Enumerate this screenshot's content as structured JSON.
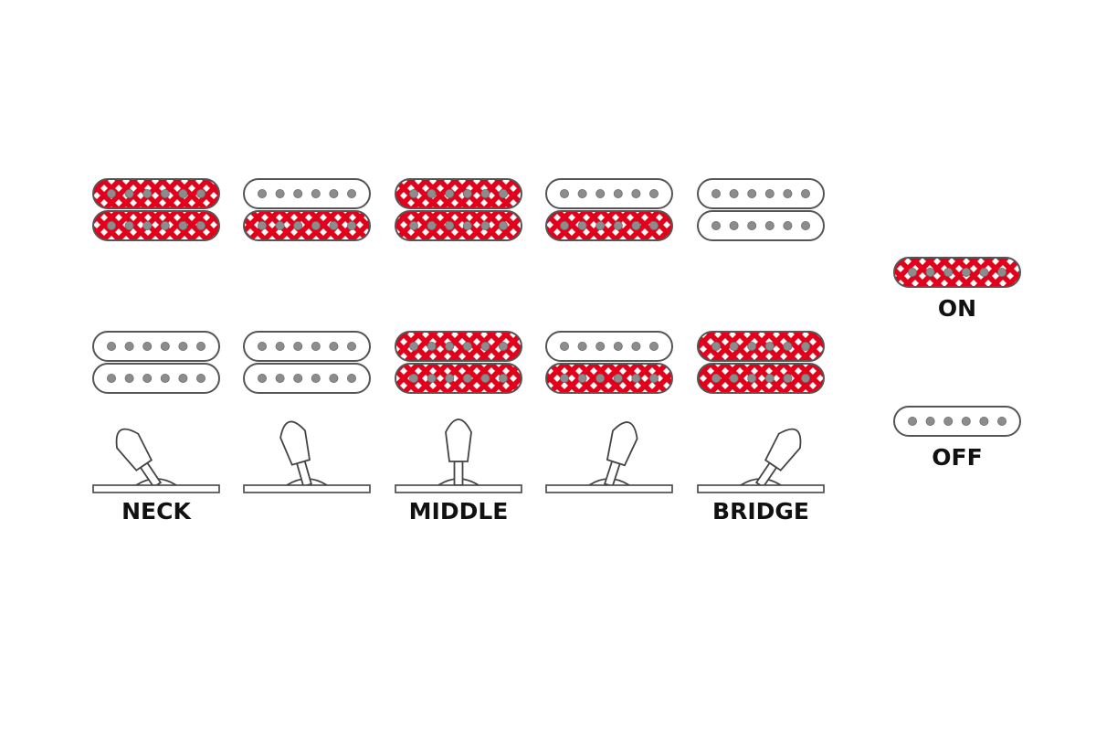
{
  "colors": {
    "on_fill": "#e2001a",
    "off_fill": "#ffffff",
    "outline": "#555555",
    "pole": "#8c8c8c",
    "pattern_dot": "#ffffff"
  },
  "positions": [
    {
      "label": "NECK",
      "lever": "neck",
      "upper": [
        "on",
        "on"
      ],
      "lower": [
        "off",
        "off"
      ]
    },
    {
      "label": "",
      "lever": "neck-middle",
      "upper": [
        "off",
        "on"
      ],
      "lower": [
        "off",
        "off"
      ]
    },
    {
      "label": "MIDDLE",
      "lever": "middle",
      "upper": [
        "on",
        "on"
      ],
      "lower": [
        "on",
        "on"
      ]
    },
    {
      "label": "",
      "lever": "middle-bridge",
      "upper": [
        "off",
        "on"
      ],
      "lower": [
        "off",
        "on"
      ]
    },
    {
      "label": "BRIDGE",
      "lever": "bridge",
      "upper": [
        "off",
        "off"
      ],
      "lower": [
        "on",
        "on"
      ]
    }
  ],
  "legend": {
    "on_label": "ON",
    "off_label": "OFF"
  }
}
